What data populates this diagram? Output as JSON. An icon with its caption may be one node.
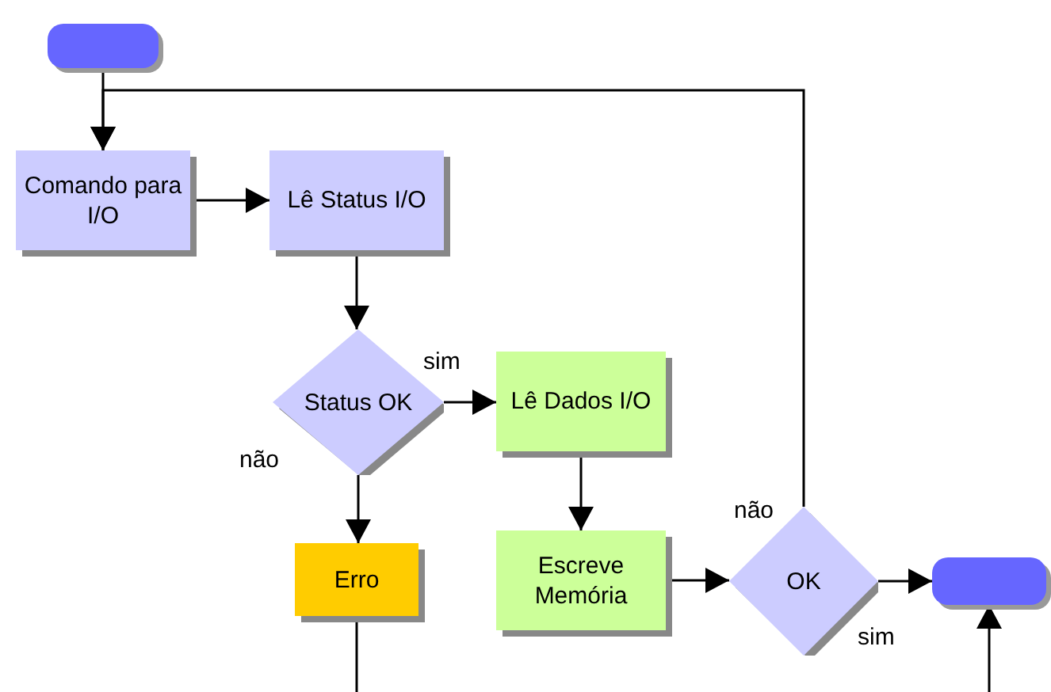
{
  "diagram": {
    "nodes": [
      {
        "text": [],
        "shape": "pill"
      },
      {
        "text": [
          "Comando para I/O"
        ]
      },
      {
        "text": [
          "Lê Status I/O"
        ]
      },
      {
        "text": [
          "Status OK"
        ]
      },
      {
        "text": [
          "Lê Dados I/O"
        ]
      },
      {
        "text": [
          "Erro"
        ]
      },
      {
        "text": [
          "Escreve Memória"
        ]
      },
      {
        "text": [
          "OK"
        ]
      },
      {
        "text": [],
        "shape": "pill"
      }
    ],
    "edges": [
      {
        "from": 0,
        "to": 1,
        "arrow": "to"
      },
      {
        "from": 7,
        "to": 1,
        "arrow": "to",
        "label": "não"
      },
      {
        "from": 1,
        "to": 2,
        "arrow": "to"
      },
      {
        "from": 2,
        "to": 3,
        "arrow": "to"
      },
      {
        "from": 3,
        "to": 4,
        "arrow": "to",
        "label": "sim"
      },
      {
        "from": 3,
        "to": 5,
        "arrow": "to",
        "label": "não"
      },
      {
        "from": 4,
        "to": 6,
        "arrow": "to"
      },
      {
        "from": 6,
        "to": 7,
        "arrow": "to"
      },
      {
        "from": 7,
        "to": 8,
        "arrow": "to",
        "label": "sim"
      },
      {
        "from": 5,
        "to": null,
        "arrow": "none"
      },
      {
        "from": null,
        "to": 8,
        "arrow": "to"
      }
    ]
  }
}
